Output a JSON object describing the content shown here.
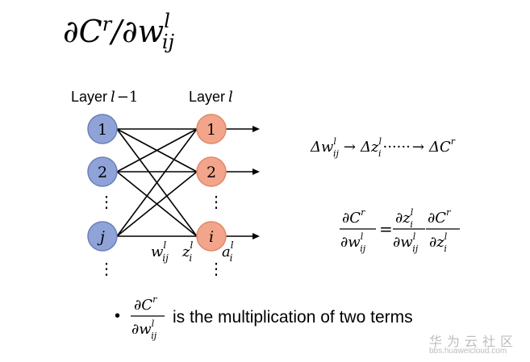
{
  "title": {
    "main": "∂C",
    "sup": "r",
    "slash": "/∂w",
    "sup2": "l",
    "sub2": "ij"
  },
  "layers": {
    "left_label": "Layer",
    "left_sym": "l",
    "left_minus": "−1",
    "right_label": "Layer",
    "right_sym": "l"
  },
  "left_nodes": [
    "1",
    "2",
    "j"
  ],
  "right_nodes": [
    "1",
    "2",
    "i"
  ],
  "dots": "⋮",
  "bottom_labels": {
    "w": "w",
    "w_sup": "l",
    "w_sub": "ij",
    "z": "z",
    "z_sup": "l",
    "z_sub": "i",
    "a": "a",
    "a_sup": "l",
    "a_sub": "i"
  },
  "chain": {
    "dw": "Δw",
    "dw_sup": "l",
    "dw_sub": "ij",
    "arrow": "→",
    "dz": "Δz",
    "dz_sup": "l",
    "dz_sub": "i",
    "dots": "······",
    "dc": "ΔC",
    "dc_sup": "r"
  },
  "equation": {
    "lhs_num": "∂C",
    "lhs_num_sup": "r",
    "lhs_den": "∂w",
    "lhs_den_sup": "l",
    "lhs_den_sub": "ij",
    "eq": "=",
    "f1_num": "∂z",
    "f1_num_sup": "l",
    "f1_num_sub": "i",
    "f1_den": "∂w",
    "f1_den_sup": "l",
    "f1_den_sub": "ij",
    "f2_num": "∂C",
    "f2_num_sup": "r",
    "f2_den": "∂z",
    "f2_den_sup": "l",
    "f2_den_sub": "i"
  },
  "bullet": {
    "dot": "•",
    "num": "∂C",
    "num_sup": "r",
    "den": "∂w",
    "den_sup": "l",
    "den_sub": "ij",
    "text": "is the multiplication of two terms"
  },
  "watermark": {
    "cn": "华为云社区",
    "url": "bbs.huaweicloud.com"
  },
  "colors": {
    "left_node_fill": "#8fa3d8",
    "left_node_stroke": "#6b7fb8",
    "right_node_fill": "#f2a58a",
    "right_node_stroke": "#e08868",
    "line": "#000000"
  }
}
